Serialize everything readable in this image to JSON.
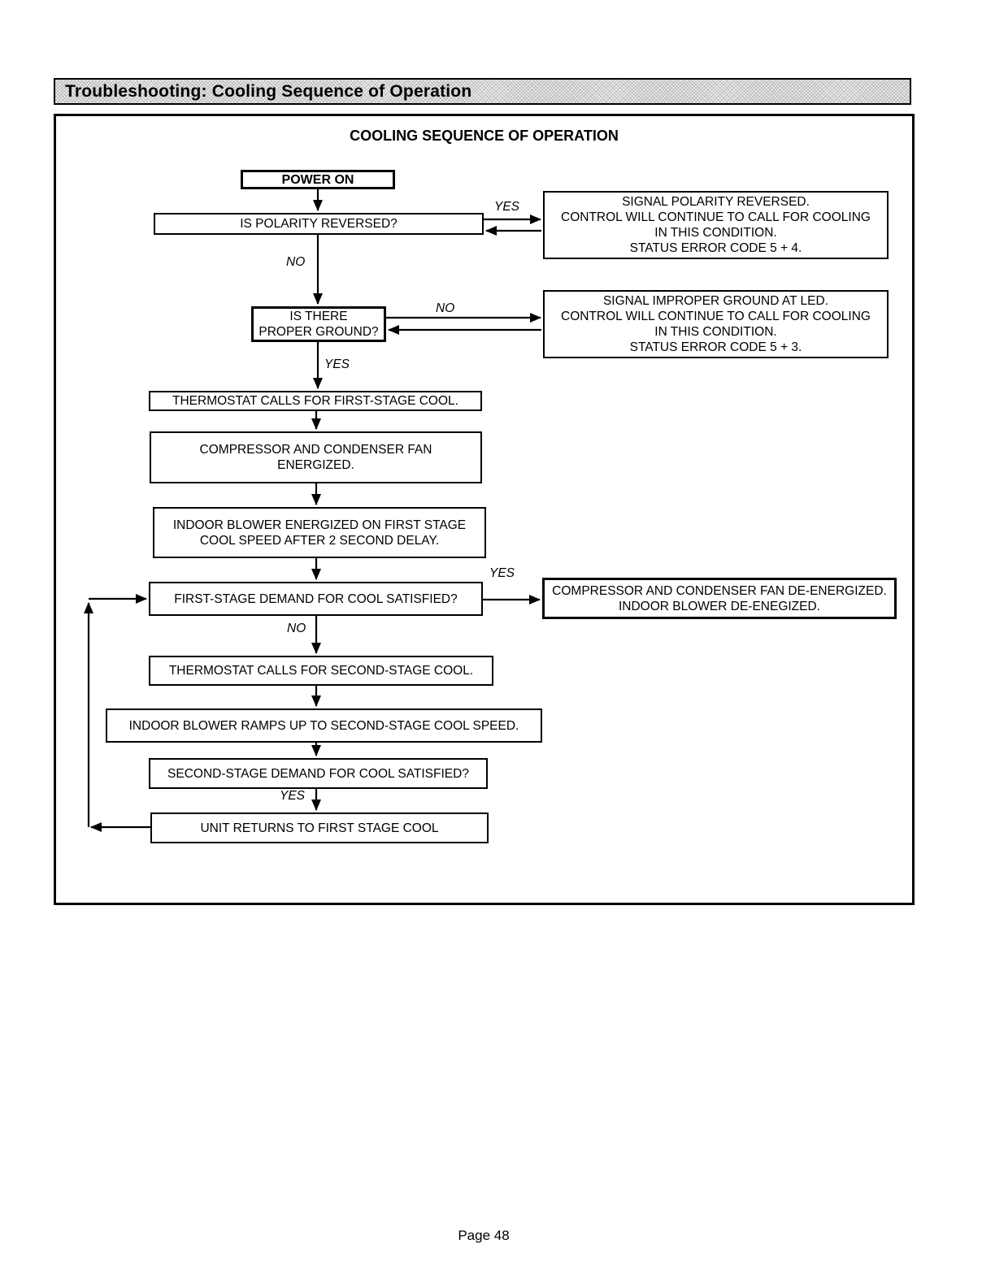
{
  "header": {
    "title": "Troubleshooting: Cooling Sequence of Operation"
  },
  "flowchart": {
    "title": "COOLING SEQUENCE OF OPERATION",
    "nodes": {
      "power_on": "POWER ON",
      "is_polarity_reversed": "IS POLARITY REVERSED?",
      "signal_polarity_reversed": "SIGNAL POLARITY REVERSED.\nCONTROL WILL CONTINUE TO CALL FOR COOLING\nIN THIS CONDITION.\nSTATUS ERROR CODE 5 + 4.",
      "is_proper_ground": "IS THERE\nPROPER GROUND?",
      "signal_improper_ground": "SIGNAL IMPROPER GROUND AT LED.\nCONTROL WILL CONTINUE TO CALL FOR COOLING\nIN THIS CONDITION.\nSTATUS ERROR CODE 5 + 3.",
      "thermostat_first_stage": "THERMOSTAT CALLS FOR FIRST-STAGE COOL.",
      "compressor_energized": "COMPRESSOR AND CONDENSER FAN\nENERGIZED.",
      "indoor_blower_energized": "INDOOR BLOWER ENERGIZED ON FIRST STAGE\nCOOL SPEED AFTER 2 SECOND DELAY.",
      "first_stage_demand": "FIRST-STAGE DEMAND FOR COOL SATISFIED?",
      "fan_deenergized": "COMPRESSOR AND CONDENSER FAN DE-ENERGIZED.\nINDOOR BLOWER DE-ENEGIZED.",
      "thermostat_second_stage": "THERMOSTAT CALLS FOR SECOND-STAGE COOL.",
      "blower_ramps_up": "INDOOR BLOWER RAMPS UP TO SECOND-STAGE COOL SPEED.",
      "second_stage_demand": "SECOND-STAGE DEMAND FOR COOL SATISFIED?",
      "unit_returns": "UNIT RETURNS TO FIRST STAGE COOL"
    },
    "edge_labels": {
      "polarity_yes": "YES",
      "polarity_no": "NO",
      "ground_no": "NO",
      "ground_yes": "YES",
      "first_demand_yes": "YES",
      "first_demand_no": "NO",
      "second_demand_yes": "YES"
    }
  },
  "footer": {
    "page_label": "Page 48"
  },
  "colors": {
    "ink": "#000000",
    "paper": "#ffffff",
    "header_fill": "#ececec"
  }
}
